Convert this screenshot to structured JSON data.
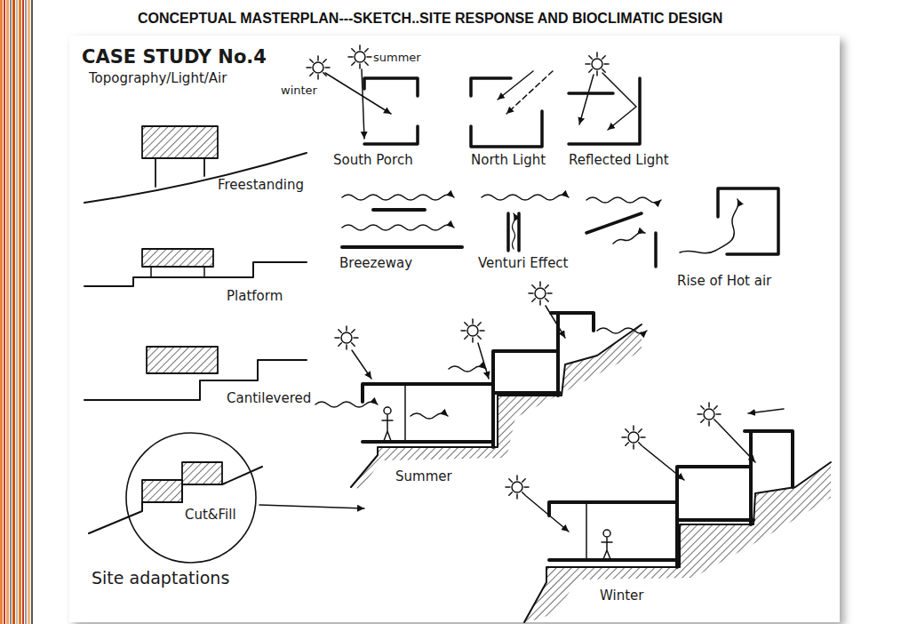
{
  "diagram": {
    "title": "CONCEPTUAL MASTERPLAN---SKETCH..SITE RESPONSE AND BIOCLIMATIC DESIGN",
    "nodes": [
      {
        "text": [
          "Cut&Fill"
        ]
      }
    ],
    "labels": [
      "CASE STUDY No.4",
      "Topography/Light/Air",
      "summer",
      "winter",
      "South Porch",
      "North Light",
      "Reflected Light",
      "Freestanding",
      "Breezeway",
      "Venturi Effect",
      "Rise of Hot air",
      "Platform",
      "Cantilevered",
      "Summer",
      "Winter",
      "Site adaptations"
    ]
  }
}
